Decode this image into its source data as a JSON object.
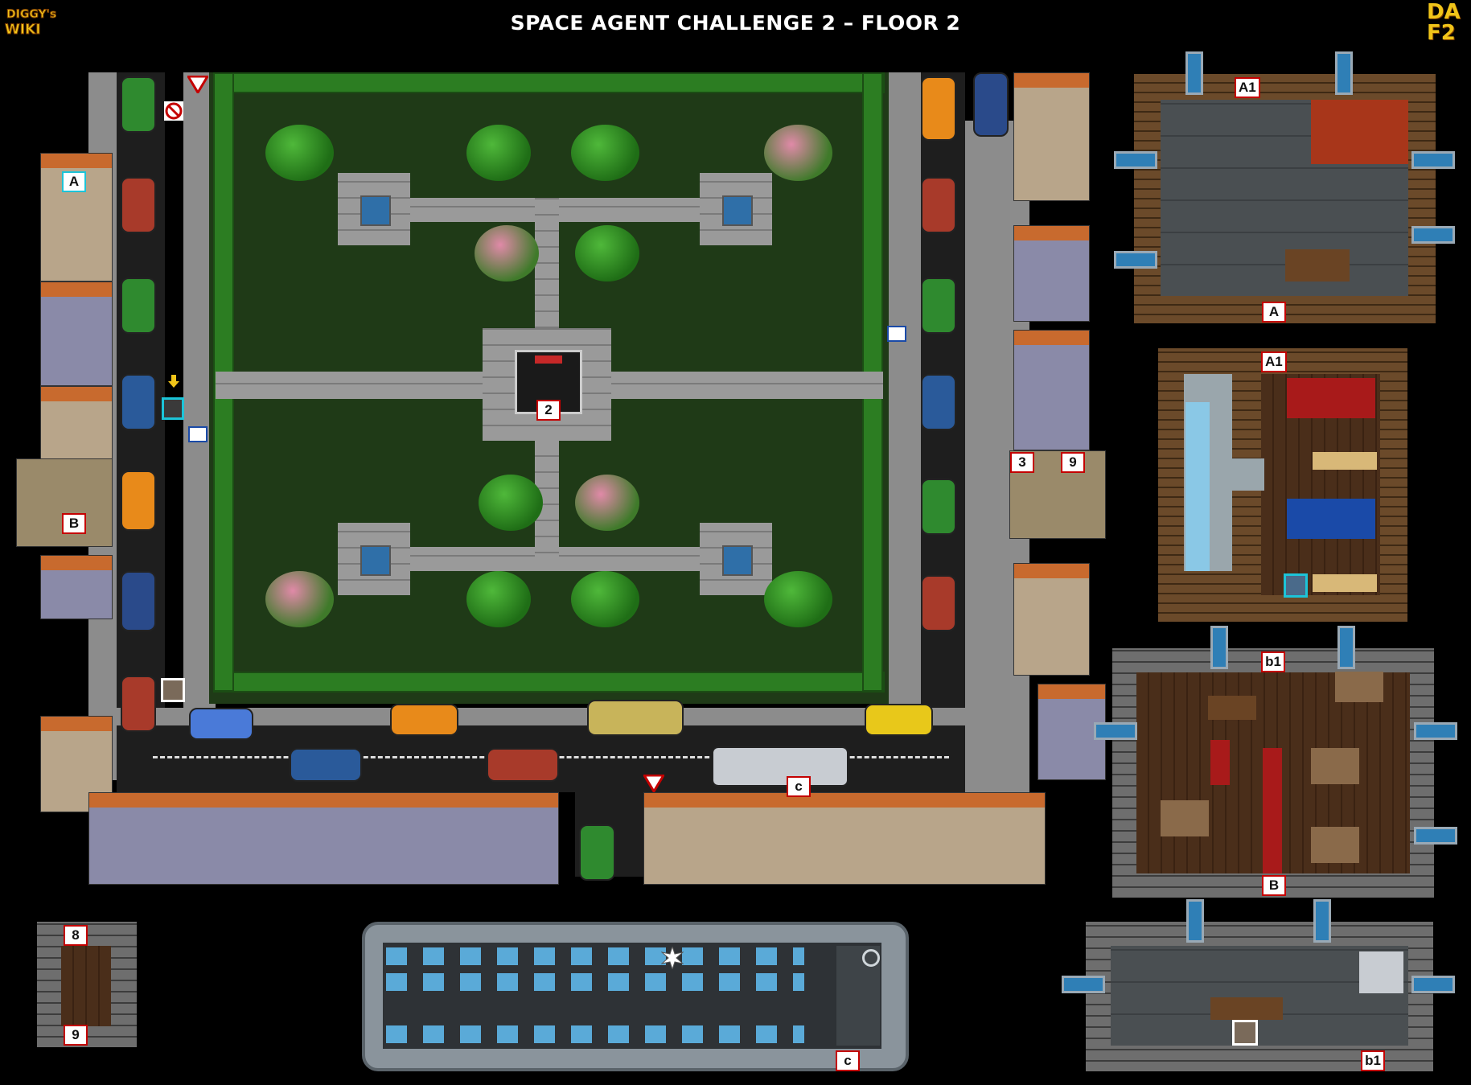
{
  "title": "SPACE AGENT CHALLENGE 2 – FLOOR 2",
  "logos": {
    "left": "DIGGY's WIKI",
    "right_line1": "DA",
    "right_line2": "F2"
  },
  "markers": {
    "main_A": "A",
    "main_B": "B",
    "main_2": "2",
    "main_3": "3",
    "main_9": "9",
    "main_c": "c",
    "room1_A1": "A1",
    "room1_A": "A",
    "room2_A1": "A1",
    "room3_b1": "b1",
    "room3_B": "B",
    "room4_b1": "b1",
    "small_8": "8",
    "small_9": "9",
    "bus_c": "c"
  },
  "colors": {
    "background": "#000000",
    "marker_border_red": "#c40000",
    "marker_border_cyan": "#1cc4d8",
    "grass": "#1f3a17",
    "road": "#1e1e1e"
  },
  "icons": {
    "metro_sign": "metro-icon",
    "yield_sign": "yield-sign-icon",
    "no_entry_sign": "no-entry-icon",
    "bus_stop_sign": "bus-stop-icon",
    "explosion": "explosion-icon",
    "arrow_down": "arrow-down-icon"
  }
}
